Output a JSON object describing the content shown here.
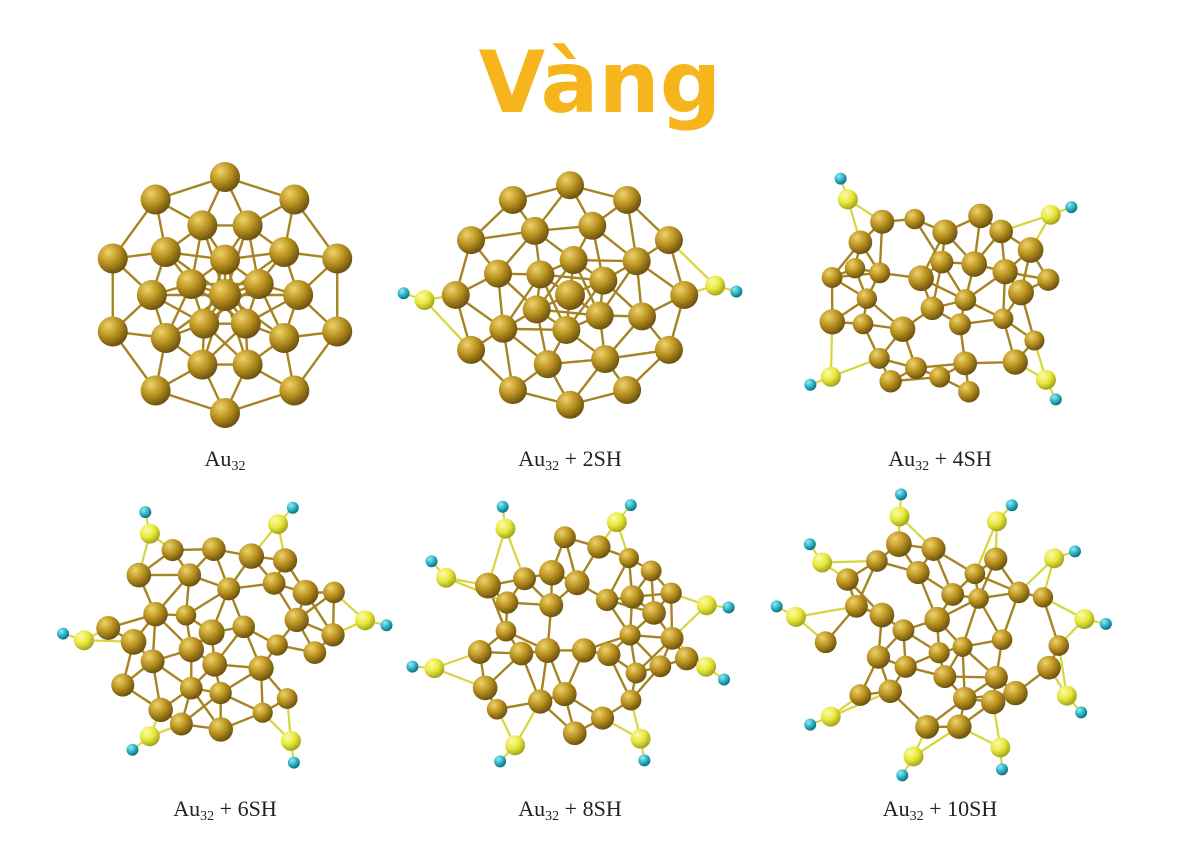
{
  "title": "Vàng",
  "colors": {
    "title": "#F6B51C",
    "gold": "#B8901E",
    "gold_light": "#EED36A",
    "gold_dark": "#6E5410",
    "sulfur": "#E8E83A",
    "hydrogen": "#29B6C9",
    "bond_gold": "#A68422",
    "bond_sulfur": "#D6D63A"
  },
  "icons": {
    "atom": "sphere-atom-icon"
  },
  "structures": [
    {
      "base": "Au",
      "subscript": "32",
      "suffix": "",
      "sh_groups": 0
    },
    {
      "base": "Au",
      "subscript": "32",
      "suffix": " + 2SH",
      "sh_groups": 2
    },
    {
      "base": "Au",
      "subscript": "32",
      "suffix": " + 4SH",
      "sh_groups": 4
    },
    {
      "base": "Au",
      "subscript": "32",
      "suffix": " + 6SH",
      "sh_groups": 6
    },
    {
      "base": "Au",
      "subscript": "32",
      "suffix": " + 8SH",
      "sh_groups": 8
    },
    {
      "base": "Au",
      "subscript": "32",
      "suffix": " + 10SH",
      "sh_groups": 10
    }
  ]
}
